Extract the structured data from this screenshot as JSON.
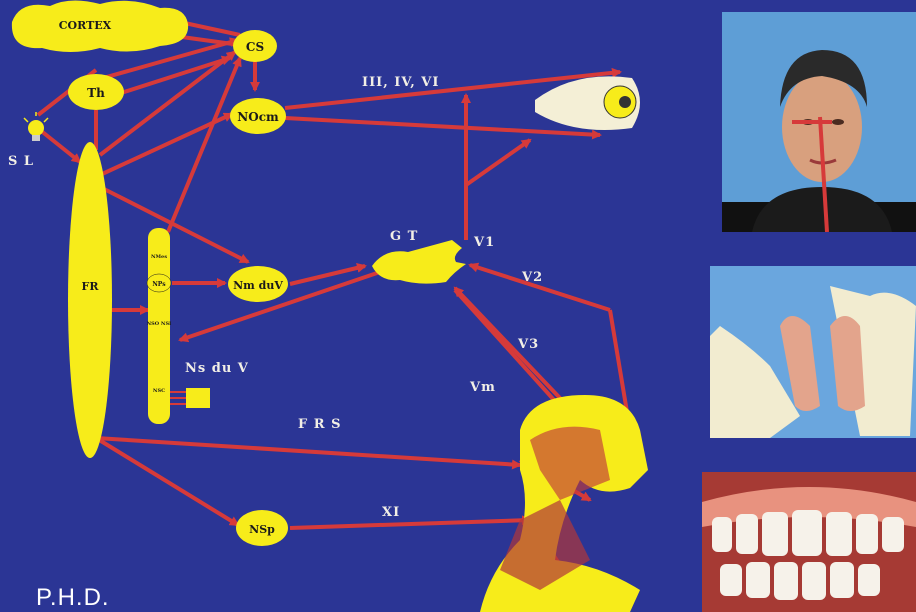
{
  "nodes": {
    "cortex": "CORTEX",
    "cs": "CS",
    "th": "Th",
    "sl": "S L",
    "nocm": "NOcm",
    "fr": "FR",
    "nm_du_v": "Nm duV",
    "nps": "NPs",
    "gt": "G T",
    "nsp": "NSp",
    "ns_du_v": "Ns du V",
    "column_top": "NMes",
    "column_mid": "NSO NSI",
    "column_bot": "NSC"
  },
  "labels": {
    "iii_iv_vi": "III, IV, VI",
    "v1": "V1",
    "v2": "V2",
    "v3": "V3",
    "vm": "Vm",
    "frs": "F R S",
    "xi": "XI"
  },
  "credit": "P.H.D.",
  "colors": {
    "background": "#2b3595",
    "node_fill": "#f7ec1a",
    "arrow": "#d63a3a"
  }
}
